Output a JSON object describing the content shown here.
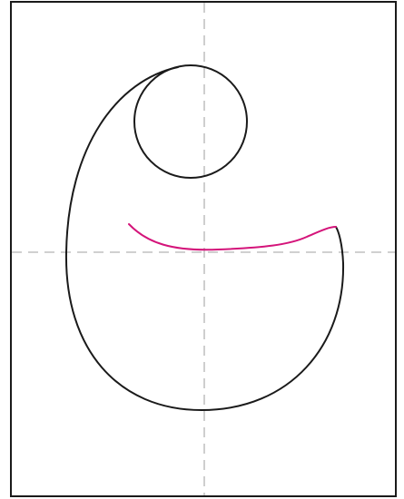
{
  "colors": {
    "background": "#ffffff",
    "frame": "#1a1a1a",
    "guide": "#b3b3b3",
    "outline": "#1a1a1a",
    "highlight": "#d4147a"
  },
  "guides": {
    "style": "dashed",
    "orientation": [
      "vertical",
      "horizontal"
    ]
  }
}
